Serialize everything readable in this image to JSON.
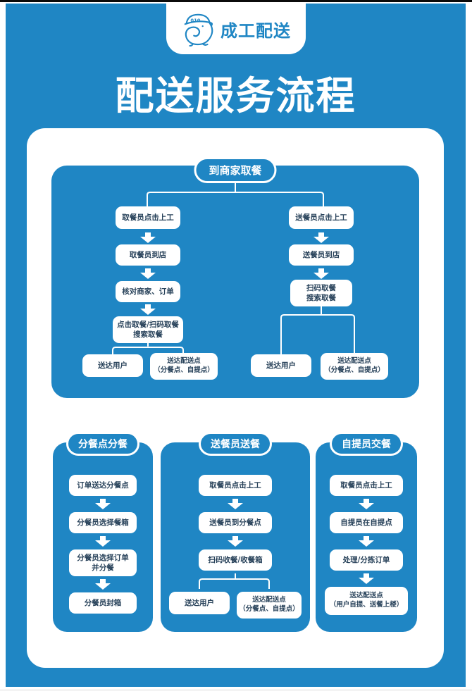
{
  "colors": {
    "blue": "#1f86c4",
    "box_text": "#28425a",
    "white": "#ffffff"
  },
  "logo": {
    "name": "成工配送",
    "mascot_icon": "delivery-mascot-with-cap"
  },
  "title": "配送服务流程",
  "main_flow": {
    "badge": "到商家取餐",
    "left": {
      "steps": [
        "取餐员点击上工",
        "取餐员到店",
        "核对商家、订单",
        "点击取餐/扫码取餐\n搜索取餐"
      ],
      "leaves": [
        "送达用户",
        "送达配送点\n（分餐点、自提点）"
      ]
    },
    "right": {
      "steps": [
        "送餐员点击上工",
        "送餐员到店",
        "扫码取餐\n搜索取餐"
      ],
      "leaves": [
        "送达用户",
        "送达配送点\n（分餐点、自提点）"
      ]
    }
  },
  "panels": [
    {
      "badge": "分餐点分餐",
      "steps": [
        "订单送达分餐点",
        "分餐员选择餐箱",
        "分餐员选择订单\n并分餐",
        "分餐员封箱"
      ]
    },
    {
      "badge": "送餐员送餐",
      "steps": [
        "取餐员点击上工",
        "送餐员到分餐点",
        "扫码收餐/收餐箱"
      ],
      "leaves": [
        "送达用户",
        "送达配送点\n（分餐点、自提点）"
      ]
    },
    {
      "badge": "自提员交餐",
      "steps": [
        "取餐员点击上工",
        "自提员在自提点",
        "处理/分拣订单",
        "送达配送点\n（用户自提、送餐上楼）"
      ]
    }
  ]
}
